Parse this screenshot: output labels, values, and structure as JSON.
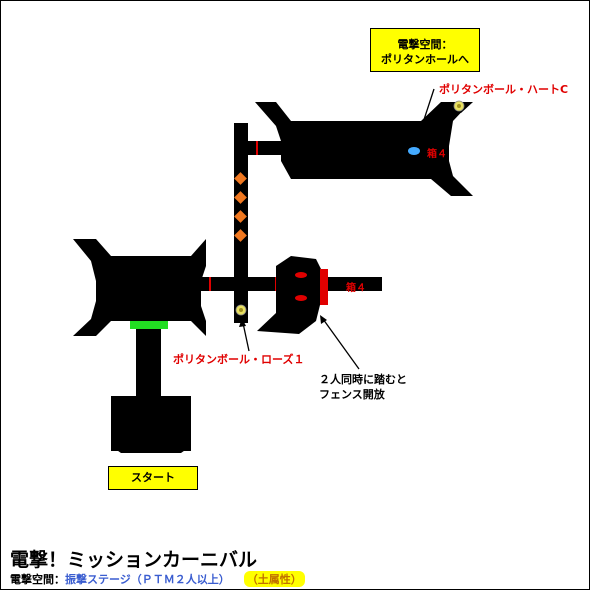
{
  "labels": {
    "warp_box": [
      "電撃空間：",
      "ポリタンホールへ"
    ],
    "start_box": "スタート",
    "heart_c": "ポリタンボール・ハートC",
    "rose_1": "ポリタンボール・ローズ１",
    "fence_note": [
      "２人同時に踏むと",
      "フェンス開放"
    ],
    "box_count_1": "箱４",
    "box_count_2": "箱４"
  },
  "title": "電撃！ミッションカーニバル",
  "subtitle": {
    "label": "電撃空間：",
    "stage": "振撃ステージ（ＰＴＭ２人以上）",
    "attribute": "（土属性）"
  },
  "colors": {
    "floor": "#000000",
    "gate": "#e00000",
    "start_marker": "#22dd22",
    "warp_marker": "#44aaff",
    "diamond": "#f07820",
    "ball": "#e8e060",
    "label_red": "#e00000",
    "box_fill": "#ffff00",
    "stage_blue": "#3a5dd0"
  },
  "icons": {
    "ball": "polytan-ball-icon",
    "diamond": "orange-diamond-icon",
    "warp": "warp-point-icon"
  }
}
